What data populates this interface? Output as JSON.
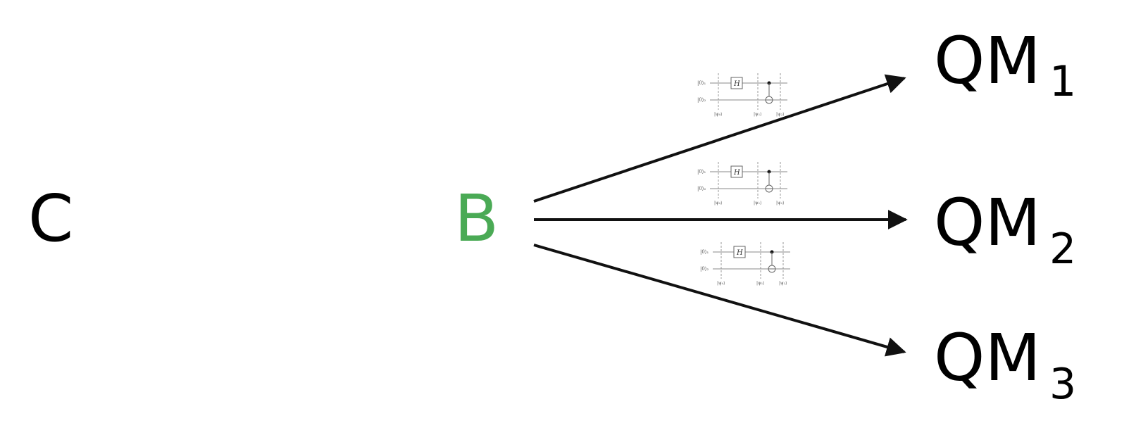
{
  "nodes": {
    "c": {
      "label": "C",
      "color": "#000000"
    },
    "b": {
      "label": "B",
      "color": "#4aaa55"
    },
    "qm1": {
      "label": "QM",
      "sub": "1"
    },
    "qm2": {
      "label": "QM",
      "sub": "2"
    },
    "qm3": {
      "label": "QM",
      "sub": "3"
    }
  },
  "circuit": {
    "qubit1": "|0⟩₁",
    "qubit2": "|0⟩₂",
    "gate": "H",
    "state0": "|ψ₀⟩",
    "state1": "|ψ₁⟩",
    "state2": "|ψ₂⟩"
  },
  "colors": {
    "arrow": "#111111",
    "circuit_line": "#888888",
    "background": "#ffffff"
  }
}
